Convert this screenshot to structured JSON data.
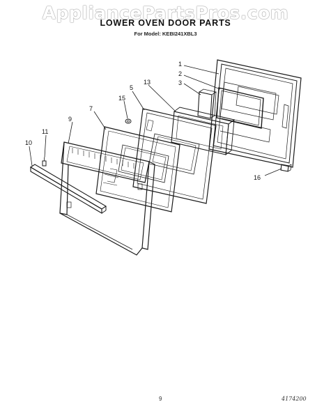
{
  "header": {
    "watermark": "AppliancePartsPros.com",
    "title": "LOWER OVEN DOOR PARTS",
    "model_line": "For Model: KEBI241XBL3"
  },
  "callouts": {
    "c1": "1",
    "c2": "2",
    "c3": "3",
    "c5": "5",
    "c7": "7",
    "c9": "9",
    "c10": "10",
    "c11": "11",
    "c13": "13",
    "c15": "15",
    "c16": "16"
  },
  "footer": {
    "page_number": "9",
    "document_number": "4174200"
  }
}
